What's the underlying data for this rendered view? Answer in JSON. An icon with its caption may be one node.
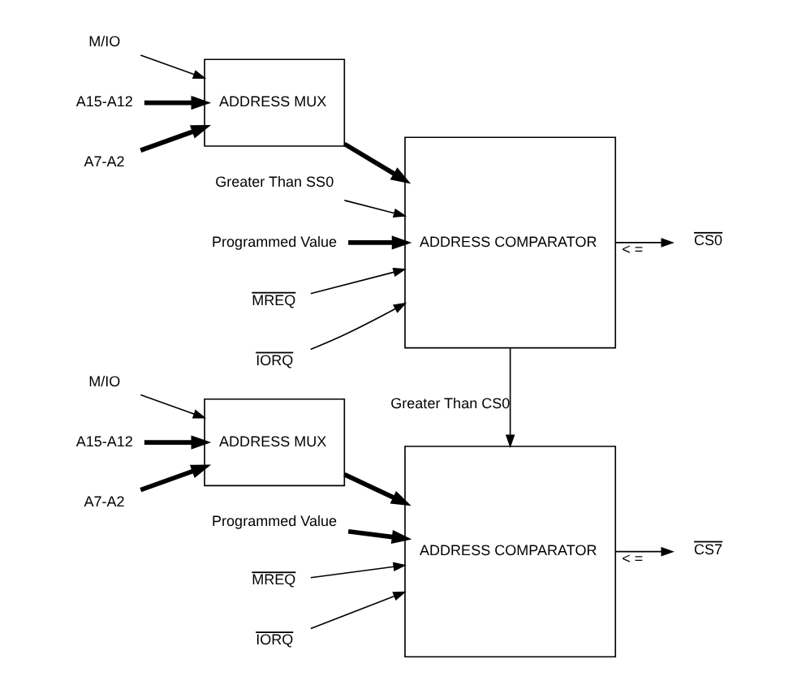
{
  "diagram": {
    "nodes": [
      {
        "text": [
          "M/IO"
        ]
      },
      {
        "text": [
          "A15-A12"
        ]
      },
      {
        "text": [
          "A7-A2"
        ]
      },
      {
        "text": [
          "ADDRESS MUX"
        ]
      },
      {
        "text": [
          "Greater Than SS0"
        ]
      },
      {
        "text": [
          "ADDRESS COMPARATOR"
        ]
      },
      {
        "text": [
          "Programmed Value"
        ]
      },
      {
        "text": [
          "MREQ"
        ]
      },
      {
        "text": [
          "IORQ"
        ]
      },
      {
        "text": [
          "CS0"
        ]
      },
      {
        "text": [
          "M/IO"
        ]
      },
      {
        "text": [
          "A15-A12"
        ]
      },
      {
        "text": [
          "A7-A2"
        ]
      },
      {
        "text": [
          "ADDRESS MUX"
        ]
      },
      {
        "text": [
          "ADDRESS COMPARATOR"
        ]
      },
      {
        "text": [
          "Programmed Value"
        ]
      },
      {
        "text": [
          "MREQ"
        ]
      },
      {
        "text": [
          "IORQ"
        ]
      },
      {
        "text": [
          "CS7"
        ]
      }
    ],
    "edges": [
      {
        "from": 0,
        "to": 3,
        "arrow": "to"
      },
      {
        "from": 1,
        "to": 3,
        "arrow": "to",
        "style": "thick"
      },
      {
        "from": 2,
        "to": 3,
        "arrow": "to",
        "style": "thick"
      },
      {
        "from": 4,
        "to": 5,
        "arrow": "to"
      },
      {
        "from": 3,
        "to": 5,
        "arrow": "to",
        "style": "thick"
      },
      {
        "from": 6,
        "to": 5,
        "arrow": "to",
        "style": "thick"
      },
      {
        "from": 7,
        "to": 5,
        "arrow": "to"
      },
      {
        "from": 8,
        "to": 5,
        "arrow": "to"
      },
      {
        "from": 5,
        "to": 9,
        "arrow": "to",
        "label": "< ="
      },
      {
        "from": 5,
        "to": 14,
        "arrow": "to",
        "label": "Greater Than CS0"
      },
      {
        "from": 10,
        "to": 13,
        "arrow": "to"
      },
      {
        "from": 11,
        "to": 13,
        "arrow": "to",
        "style": "thick"
      },
      {
        "from": 12,
        "to": 13,
        "arrow": "to",
        "style": "thick"
      },
      {
        "from": 13,
        "to": 14,
        "arrow": "to",
        "style": "thick"
      },
      {
        "from": 15,
        "to": 14,
        "arrow": "to",
        "style": "thick"
      },
      {
        "from": 16,
        "to": 14,
        "arrow": "to"
      },
      {
        "from": 17,
        "to": 14,
        "arrow": "to"
      },
      {
        "from": 14,
        "to": 18,
        "arrow": "to",
        "label": "< ="
      }
    ]
  }
}
